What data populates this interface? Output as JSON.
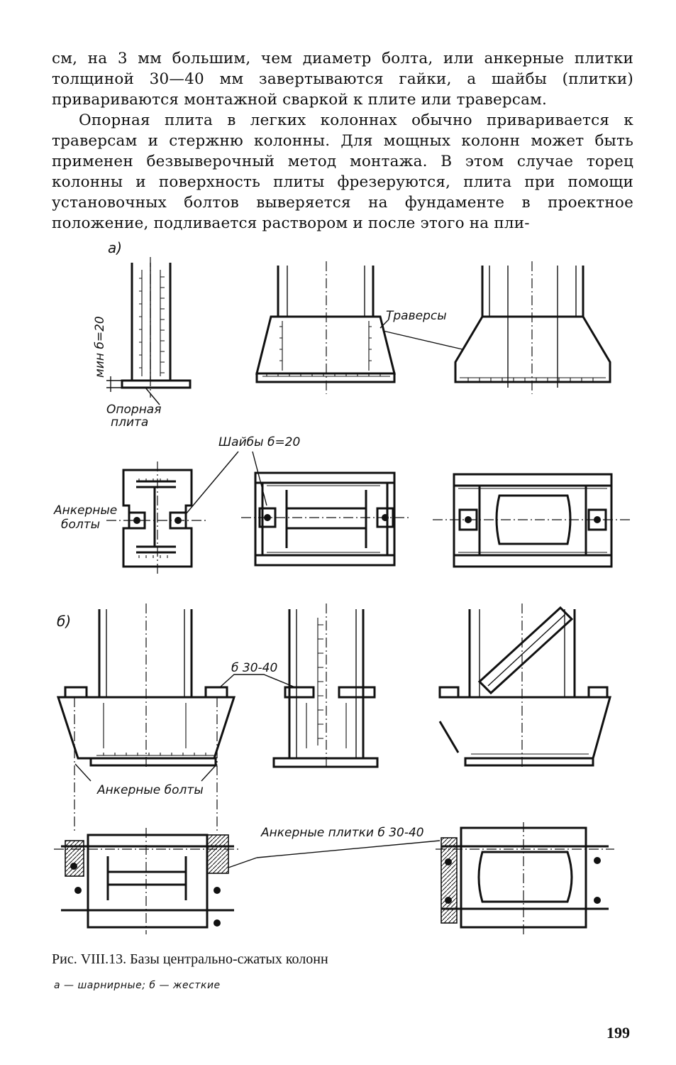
{
  "body_text": {
    "p1": "см, на 3 мм большим, чем диаметр болта, или анкерные плитки толщиной 30—40 мм завертываются гайки, а шайбы (плитки) привариваются монтажной сваркой к плите или траверсам.",
    "p2": "Опорная плита в легких колоннах обычно приваривается к траверсам и стержню колонны. Для мощных колонн может быть применен безвыверочный метод монтажа. В этом случае торец колонны и поверхность плиты фрезеруются, плита при помощи установочных болтов выверяется на фундаменте в проектное положение, подливается раствором и после этого на пли-"
  },
  "figure": {
    "label_a": "а)",
    "label_b": "б)",
    "min_thickness": "мин б=20",
    "base_plate_line1": "Опорная",
    "base_plate_line2": "плита",
    "traverses": "Траверсы",
    "washers": "Шайбы б=20",
    "anchor_bolts_a_line1": "Анкерные",
    "anchor_bolts_a_line2": "болты",
    "plate_thickness": "б 30-40",
    "anchor_bolts_b": "Анкерные болты",
    "anchor_plates": "Анкерные плитки б 30-40"
  },
  "caption": {
    "title": "Рис. VIII.13. Базы центрально-сжатых колонн",
    "subtitle": "а — шарнирные; б — жесткие"
  },
  "page_number": "199"
}
